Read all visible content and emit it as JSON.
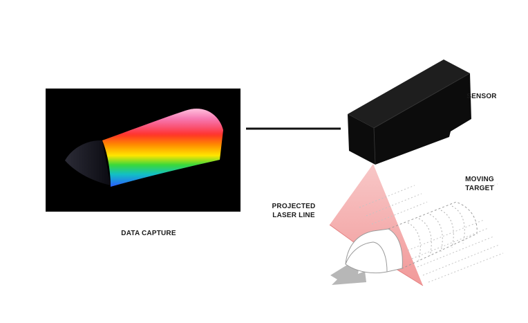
{
  "labels": {
    "data_capture": "DATA CAPTURE",
    "sensor": "SENSOR",
    "moving_target": [
      "MOVING",
      "TARGET"
    ],
    "projected_laser_line": [
      "PROJECTED",
      "LASER LINE"
    ]
  },
  "colors": {
    "panel_background": "#000000",
    "sensor_body": "#0c0c0c",
    "laser": "#f2a3a3",
    "laser_edge": "#e27f7f",
    "connector": "#111111",
    "motion_arrow": "#b7b7b7"
  },
  "rainbow_stops": [
    "#ff3b95",
    "#f0187a",
    "#ff2a2a",
    "#ff8a00",
    "#ffe600",
    "#3ad83a",
    "#12c0c4",
    "#2a5cff"
  ]
}
